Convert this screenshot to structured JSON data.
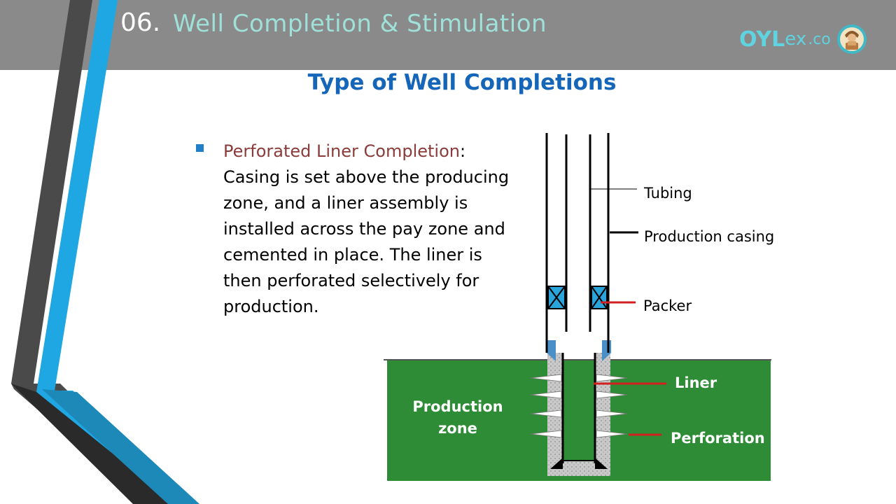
{
  "header": {
    "section_number": "06.",
    "section_title": "Well Completion & Stimulation"
  },
  "logo": {
    "text_primary": "OYL",
    "text_secondary": "ex",
    "text_tld": ".co"
  },
  "slide": {
    "heading": "Type of Well Completions",
    "bullet": {
      "lead": "Perforated Liner Completion",
      "separator": ":",
      "body": "Casing is set above the producing zone, and a liner assembly is installed across the pay zone and cemented in place. The liner is then perforated selectively for production."
    }
  },
  "diagram": {
    "labels": {
      "tubing": "Tubing",
      "production_casing": "Production casing",
      "packer": "Packer",
      "liner": "Liner",
      "perforation": "Perforation",
      "production_zone_line1": "Production",
      "production_zone_line2": "zone"
    },
    "colors": {
      "formation": "#2e8b36",
      "packer": "#2aa5dc",
      "cement": "#c8c8c8",
      "leader_red": "#d21f1f",
      "accent_blue": "#1e9fe0"
    }
  }
}
